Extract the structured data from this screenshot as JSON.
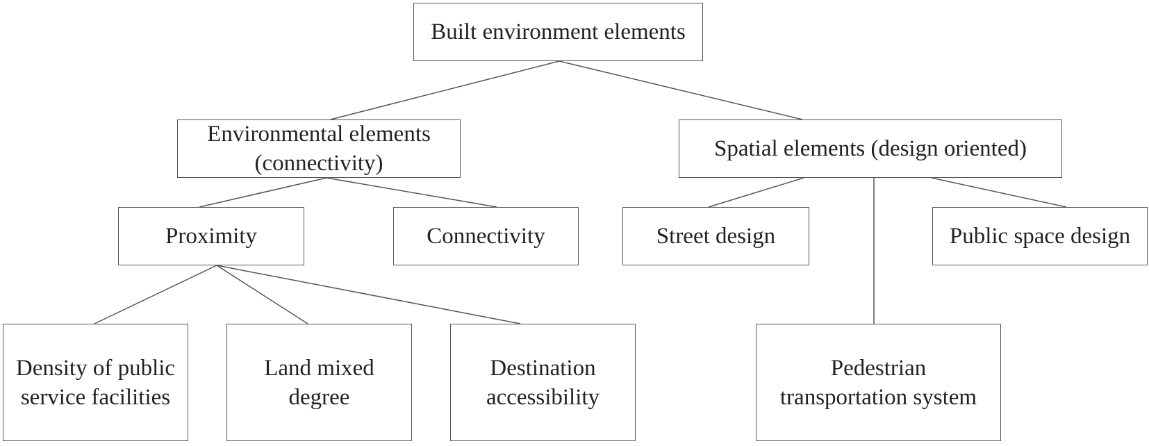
{
  "diagram": {
    "root": {
      "label": "Built environment elements"
    },
    "environmental": {
      "label": "Environmental elements\n(connectivity)"
    },
    "spatial": {
      "label": "Spatial elements (design oriented)"
    },
    "proximity": {
      "label": "Proximity"
    },
    "connectivity": {
      "label": "Connectivity"
    },
    "street_design": {
      "label": "Street design"
    },
    "public_space_design": {
      "label": "Public space design"
    },
    "density": {
      "label": "Density of public\nservice facilities"
    },
    "land_mixed": {
      "label": "Land mixed\ndegree"
    },
    "destination": {
      "label": "Destination\naccessibility"
    },
    "pedestrian": {
      "label": "Pedestrian\ntransportation system"
    }
  }
}
